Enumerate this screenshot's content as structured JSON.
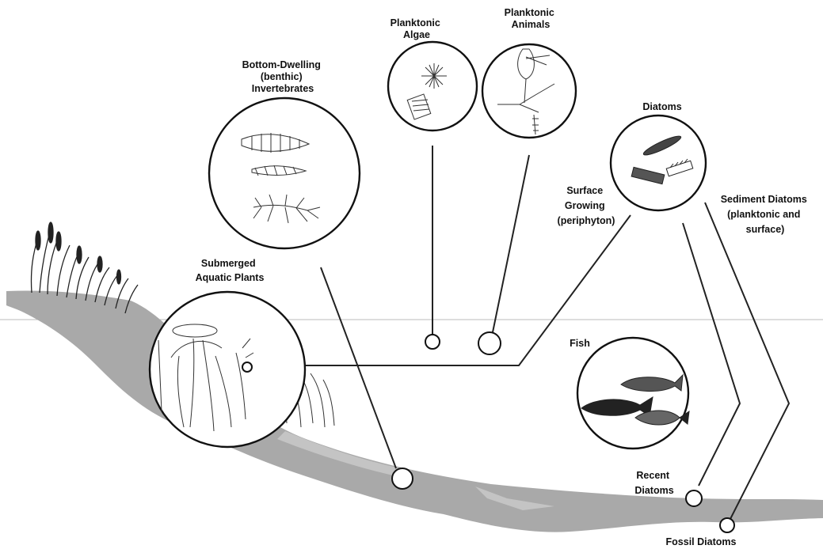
{
  "labels": {
    "planktonic_algae": [
      "Planktonic",
      "Algae"
    ],
    "planktonic_animals": [
      "Planktonic",
      "Animals"
    ],
    "benthic": [
      "Bottom-Dwelling",
      "(benthic)",
      "Invertebrates"
    ],
    "diatoms": [
      "Diatoms"
    ],
    "surface_growing": [
      "Surface",
      "Growing",
      "(periphyton)"
    ],
    "sediment_diatoms": [
      "Sediment Diatoms",
      "(planktonic and",
      "surface)"
    ],
    "submerged_plants": [
      "Submerged",
      "Aquatic Plants"
    ],
    "fish": [
      "Fish"
    ],
    "recent_diatoms": [
      "Recent",
      "Diatoms"
    ],
    "fossil_diatoms": [
      "Fossil Diatoms"
    ]
  },
  "colors": {
    "water_shading": "#a9a9a9",
    "line": "#222222",
    "water_surface": "#bbbbbb"
  }
}
